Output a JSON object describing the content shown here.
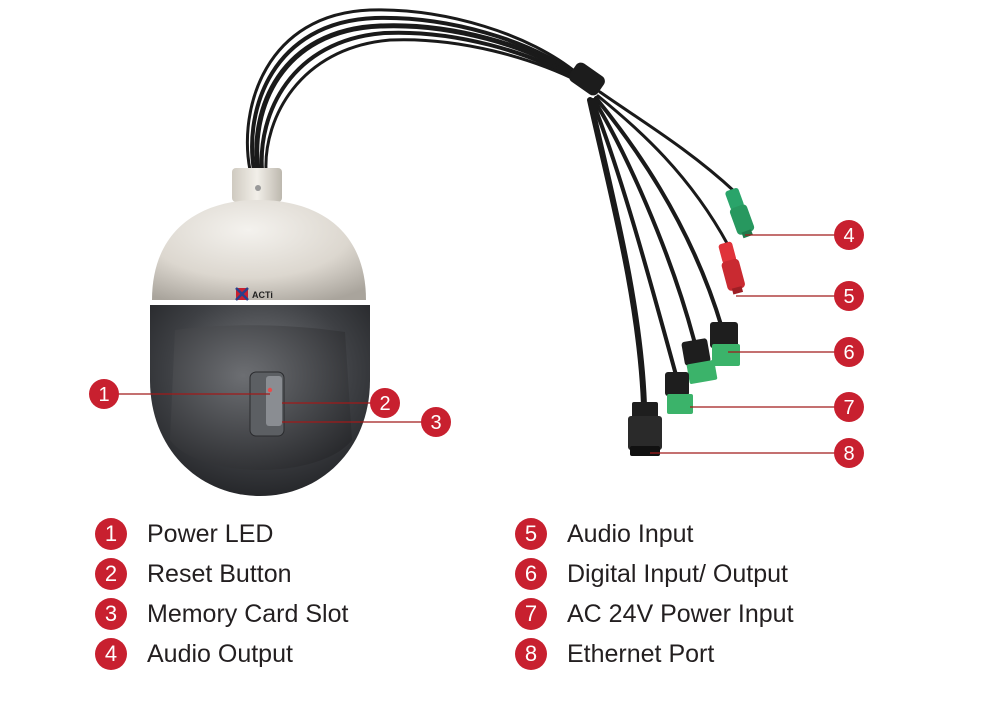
{
  "brand": {
    "logo_text": "ACTi"
  },
  "colors": {
    "badge": "#c8202f",
    "leader": "#a01a1a",
    "text": "#231f20",
    "audio_out_plug": "#2aa46a",
    "audio_in_plug": "#e0333a",
    "terminal_block": "#3bb36a"
  },
  "callouts": [
    {
      "number": "1",
      "label": "Power LED"
    },
    {
      "number": "2",
      "label": "Reset Button"
    },
    {
      "number": "3",
      "label": "Memory Card Slot"
    },
    {
      "number": "4",
      "label": "Audio Output"
    },
    {
      "number": "5",
      "label": "Audio Input"
    },
    {
      "number": "6",
      "label": "Digital Input/ Output"
    },
    {
      "number": "7",
      "label": "AC 24V Power Input"
    },
    {
      "number": "8",
      "label": "Ethernet Port"
    }
  ]
}
